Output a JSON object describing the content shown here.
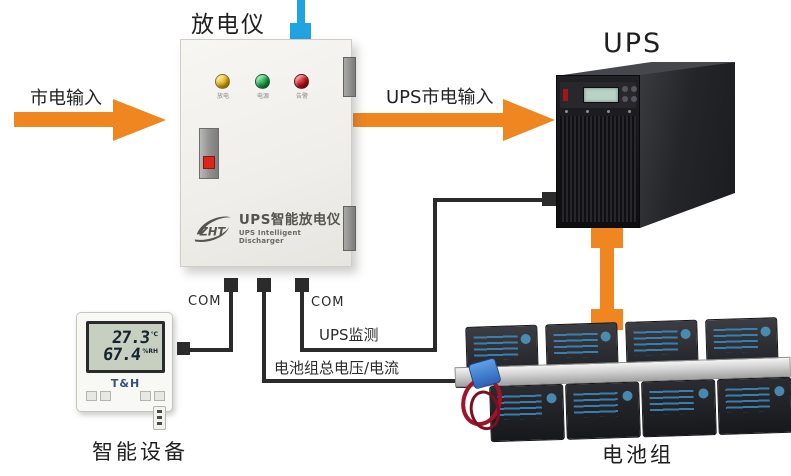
{
  "titles": {
    "discharger": "放电仪",
    "ups": "UPS",
    "battery_pack": "电池组",
    "smart_device": "智能设备"
  },
  "arrows": {
    "mains_input": "市电输入",
    "ups_mains_input": "UPS市电输入",
    "color": "#ef8620"
  },
  "cabinet": {
    "lights": [
      {
        "name": "discharge-light",
        "label": "放电",
        "color": "#e3b71f"
      },
      {
        "name": "power-light",
        "label": "电源",
        "color": "#1ca24a"
      },
      {
        "name": "alarm-light",
        "label": "告警",
        "color": "#c2121e"
      }
    ],
    "logo": "ZHT",
    "product_name_cn": "UPS智能放电仪",
    "product_name_en": "UPS Intelligent Discharger"
  },
  "connections": {
    "com_left": "COM",
    "com_right": "COM",
    "ups_monitor": "UPS监测",
    "battery_voltage_current": "电池组总电压/电流",
    "line_color": "#2b2b2b",
    "top_connector_color": "#1fa3e1"
  },
  "device": {
    "temperature": "27.3",
    "temperature_unit": "℃",
    "humidity": "67.4",
    "humidity_unit": "%RH",
    "brand": "T&H"
  }
}
